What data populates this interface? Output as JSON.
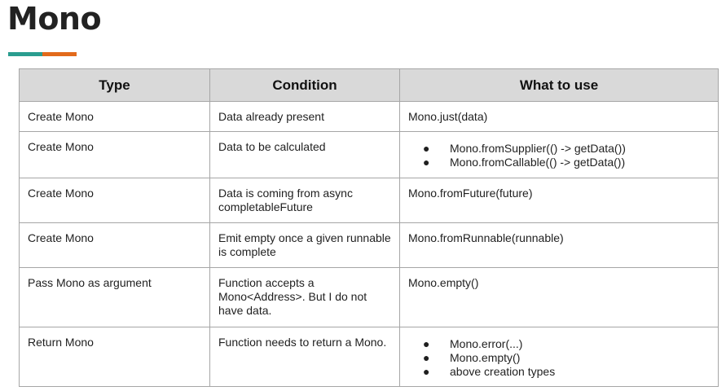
{
  "slide": {
    "title": "Mono",
    "accent_colors": [
      "#2a9d8f",
      "#e26a1b"
    ]
  },
  "table": {
    "headers": [
      "Type",
      "Condition",
      "What to use"
    ],
    "rows": [
      {
        "type": "Create Mono",
        "condition": "Data already present",
        "use": "Mono.just(data)"
      },
      {
        "type": "Create Mono",
        "condition": "Data to be calculated",
        "use_list": [
          "Mono.fromSupplier(() -> getData())",
          "Mono.fromCallable(() -> getData())"
        ]
      },
      {
        "type": "Create Mono",
        "condition": "Data is coming from async completableFuture",
        "use": "Mono.fromFuture(future)"
      },
      {
        "type": "Create Mono",
        "condition": "Emit empty once a given runnable is complete",
        "use": "Mono.fromRunnable(runnable)"
      },
      {
        "type": "Pass Mono as argument",
        "condition": "Function accepts a Mono<Address>. But I do not have data.",
        "use": "Mono.empty()"
      },
      {
        "type": "Return Mono",
        "condition": "Function needs to return a Mono.",
        "use_list": [
          "Mono.error(...)",
          "Mono.empty()",
          "above creation types"
        ]
      }
    ],
    "bullet_glyph": "●"
  }
}
